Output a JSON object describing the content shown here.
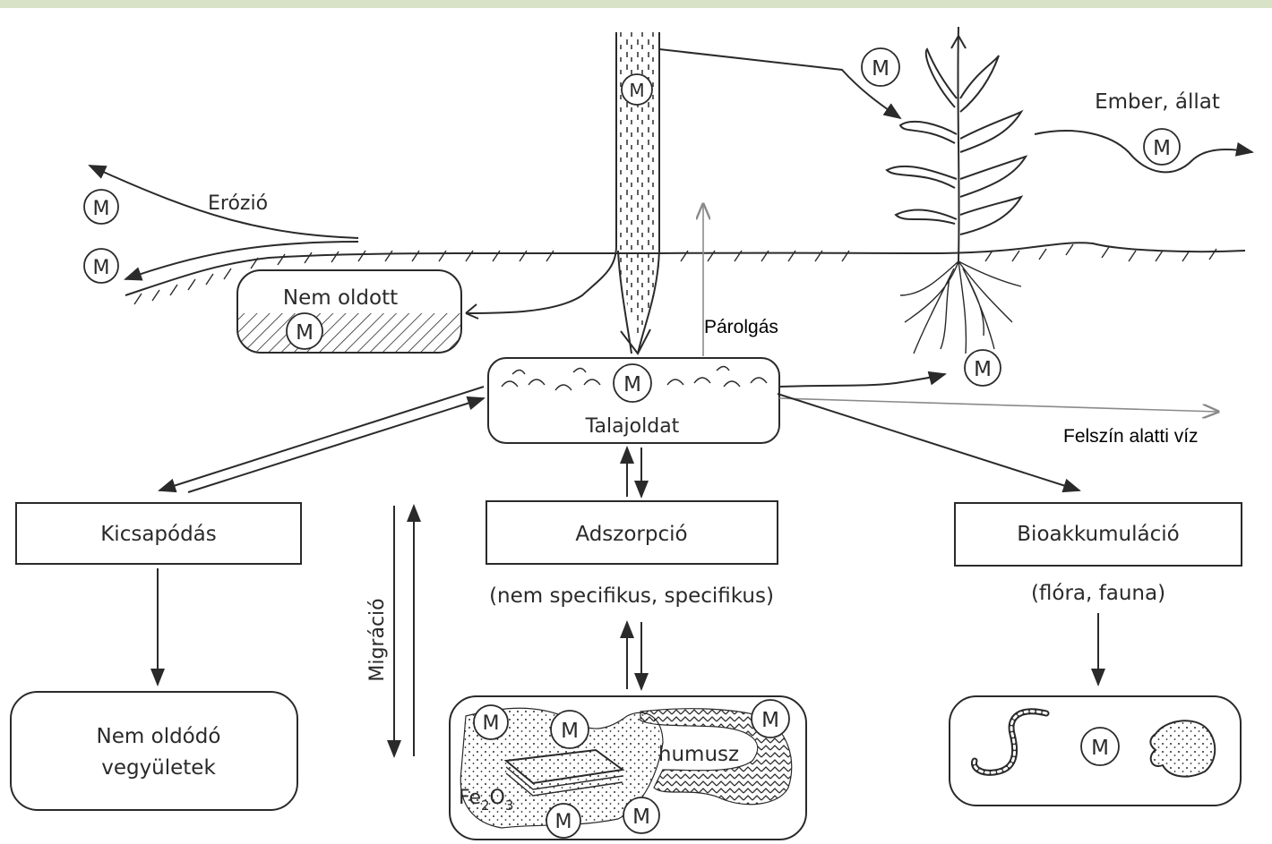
{
  "labels": {
    "erosion": "Erózió",
    "undissolved": "Nem oldott",
    "human_animal": "Ember, állat",
    "evaporation": "Párolgás",
    "soil_solution": "Talajoldat",
    "groundwater": "Felszín alatti víz",
    "precipitation": "Kicsapódás",
    "adsorption": "Adszorpció",
    "bioaccumulation": "Bioakkumuláció",
    "adsorption_types": "(nem specifikus, specifikus)",
    "flora_fauna": "(flóra, fauna)",
    "migration": "Migráció",
    "insoluble_line1": "Nem oldódó",
    "insoluble_line2": "vegyületek",
    "humus": "humusz",
    "iron_oxide_base": "Fe",
    "iron_oxide_sub1": "2",
    "iron_oxide_o": "O",
    "iron_oxide_sub2": "3",
    "metal": "M"
  },
  "colors": {
    "ink": "#2a2a2a",
    "annotation_arrow": "#8a8a8a",
    "top_strip": "#d7e2c6"
  }
}
